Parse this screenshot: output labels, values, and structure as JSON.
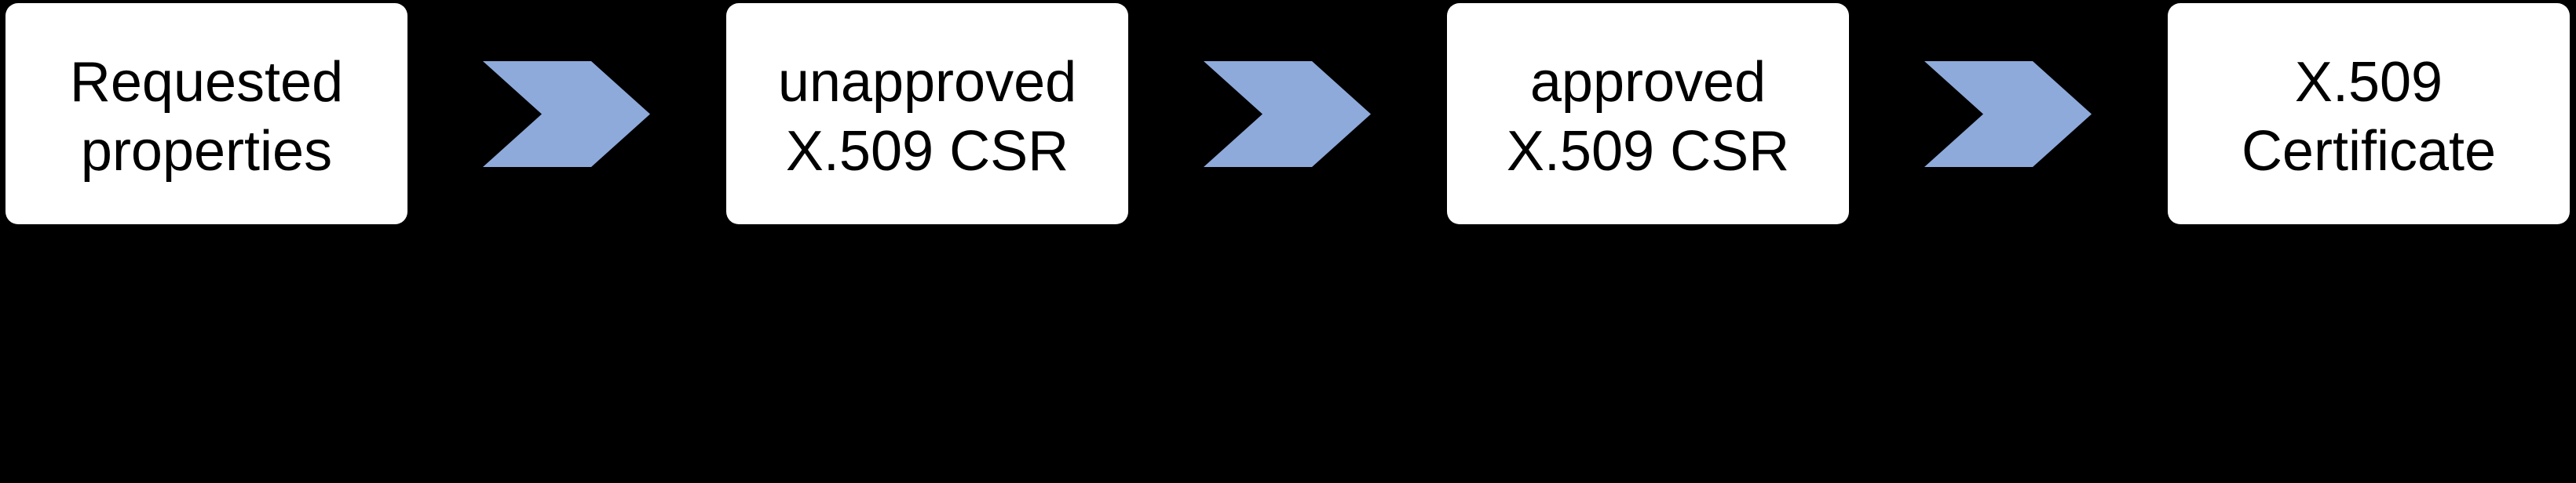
{
  "diagram": {
    "title": "x509-certificate-signing-flow",
    "background_color": "#000000",
    "box": {
      "fill": "#FFFFFF",
      "text_color": "#000000"
    },
    "chevron": {
      "icon": "chevron-right-icon",
      "fill": "#8EAADB"
    },
    "steps": [
      {
        "line1": "Requested",
        "line2": "properties"
      },
      {
        "line1": "unapproved",
        "line2": "X.509 CSR"
      },
      {
        "line1": "approved",
        "line2": "X.509 CSR"
      },
      {
        "line1": "X.509",
        "line2": "Certificate"
      }
    ]
  }
}
